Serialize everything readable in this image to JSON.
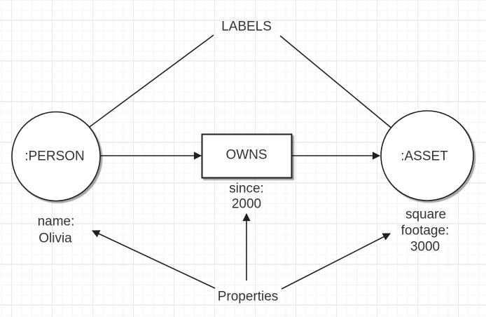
{
  "diagram": {
    "labels_title": "LABELS",
    "properties_title": "Properties",
    "nodes": {
      "person": {
        "label": ":PERSON",
        "shape": "circle"
      },
      "asset": {
        "label": ":ASSET",
        "shape": "circle"
      }
    },
    "relationship": {
      "label": "OWNS",
      "shape": "rectangle"
    },
    "annotations": {
      "since": {
        "line1": "since:",
        "line2": "2000"
      },
      "name": {
        "line1": "name:",
        "line2": "Olivia"
      },
      "footage": {
        "line1": "square",
        "line2": "footage:",
        "line3": "3000"
      }
    },
    "arrows": [
      {
        "from": "LABELS",
        "to": ":PERSON"
      },
      {
        "from": "LABELS",
        "to": ":ASSET"
      },
      {
        "from": ":PERSON",
        "to": "OWNS"
      },
      {
        "from": "OWNS",
        "to": ":ASSET"
      },
      {
        "from": "Properties",
        "to": "name: Olivia"
      },
      {
        "from": "Properties",
        "to": "since: 2000"
      },
      {
        "from": "Properties",
        "to": "square footage: 3000"
      }
    ],
    "colors": {
      "background": "#ffffff",
      "grid_minor": "#f4f4f4",
      "grid_major": "#e9e9e9",
      "shape_fill": "#ffffff",
      "shape_stroke": "#1f1f1f",
      "text": "#333333"
    }
  }
}
